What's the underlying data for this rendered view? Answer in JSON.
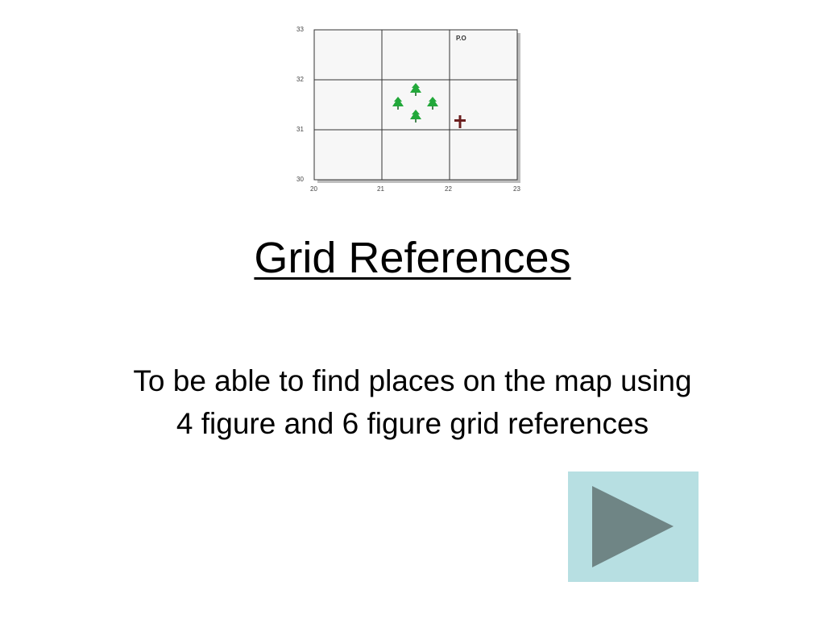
{
  "slide": {
    "title": "Grid References",
    "subtitle": "To be able to find places on the map using 4 figure and 6 figure grid references"
  },
  "map": {
    "eastings": [
      "20",
      "21",
      "22",
      "23"
    ],
    "northings": [
      "30",
      "31",
      "32",
      "33"
    ],
    "post_office_label": "P.O",
    "features": [
      {
        "type": "tree",
        "icon": "tree-icon",
        "color": "#22a83a"
      },
      {
        "type": "church",
        "icon": "cross-icon",
        "color": "#6b1f1f"
      }
    ]
  },
  "next_button": {
    "icon": "play-arrow-icon",
    "background": "#b7dfe2",
    "arrow_color": "#6f8585"
  }
}
